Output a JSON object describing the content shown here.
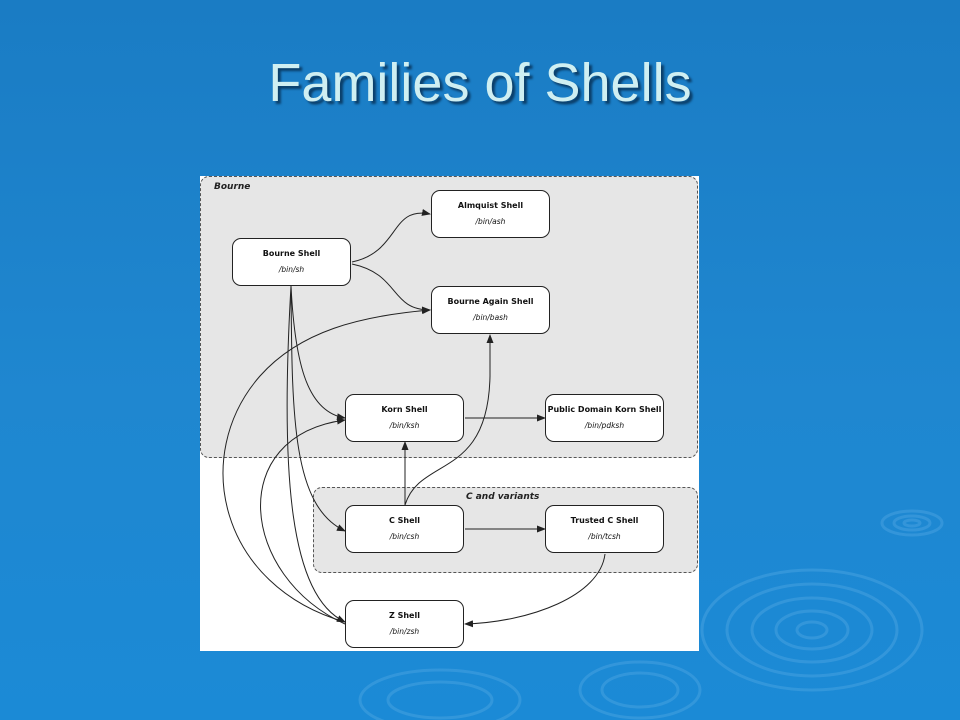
{
  "slide": {
    "title": "Families of Shells"
  },
  "diagram": {
    "clusters": {
      "bourne": "Bourne",
      "c": "C and variants"
    },
    "nodes": {
      "bourne_shell": {
        "name": "Bourne Shell",
        "path": "/bin/sh"
      },
      "almquist_shell": {
        "name": "Almquist Shell",
        "path": "/bin/ash"
      },
      "bash": {
        "name": "Bourne Again Shell",
        "path": "/bin/bash"
      },
      "korn_shell": {
        "name": "Korn Shell",
        "path": "/bin/ksh"
      },
      "pdksh": {
        "name": "Public Domain Korn Shell",
        "path": "/bin/pdksh"
      },
      "c_shell": {
        "name": "C Shell",
        "path": "/bin/csh"
      },
      "tcsh": {
        "name": "Trusted C Shell",
        "path": "/bin/tcsh"
      },
      "z_shell": {
        "name": "Z Shell",
        "path": "/bin/zsh"
      }
    },
    "edges": [
      {
        "from": "bourne_shell",
        "to": "almquist_shell"
      },
      {
        "from": "bourne_shell",
        "to": "bash"
      },
      {
        "from": "bourne_shell",
        "to": "korn_shell"
      },
      {
        "from": "bourne_shell",
        "to": "c_shell"
      },
      {
        "from": "korn_shell",
        "to": "pdksh"
      },
      {
        "from": "c_shell",
        "to": "korn_shell"
      },
      {
        "from": "c_shell",
        "to": "bash"
      },
      {
        "from": "c_shell",
        "to": "tcsh"
      },
      {
        "from": "z_shell",
        "to": "bash"
      },
      {
        "from": "z_shell",
        "to": "korn_shell"
      },
      {
        "from": "tcsh",
        "to": "z_shell"
      },
      {
        "from": "bourne_shell",
        "to": "z_shell"
      }
    ],
    "colors": {
      "cluster_fill": "#e6e6e6",
      "edge": "#222222",
      "title": "#cfeff2"
    }
  }
}
